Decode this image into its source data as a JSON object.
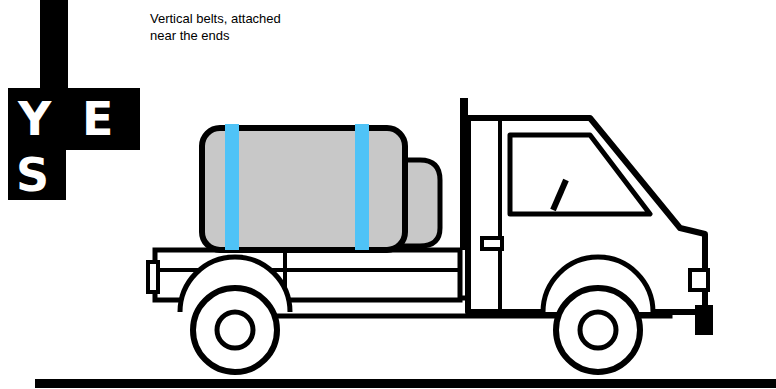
{
  "diagram": {
    "labels": [
      "Y",
      "E",
      "S",
      "Vertical belts, attached near the ends"
    ]
  }
}
